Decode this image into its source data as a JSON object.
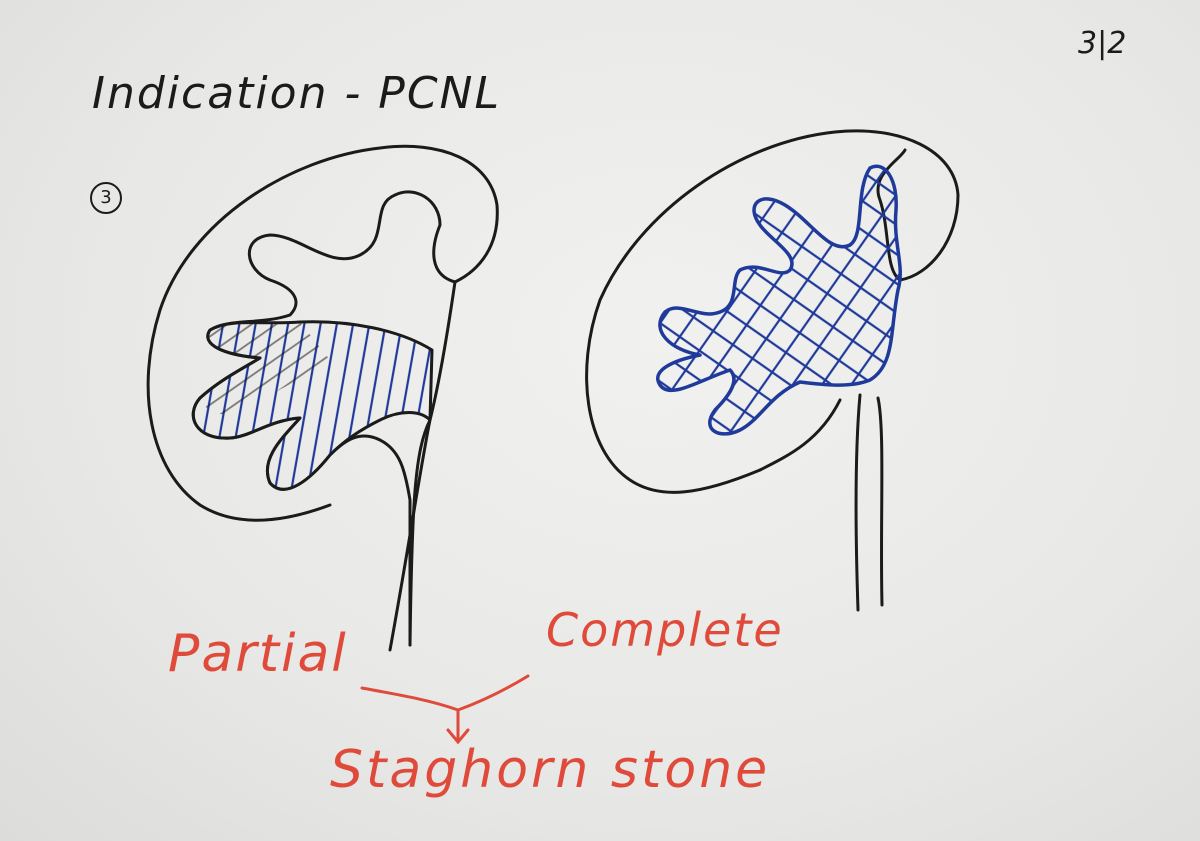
{
  "note": {
    "title": "Indication - PCNL",
    "page_number": "3|2",
    "item_number": "3"
  },
  "labels": {
    "partial": "Partial",
    "complete": "Complete",
    "result": "Staghorn stone"
  },
  "colors": {
    "paper": "#ecece9",
    "black_ink": "#1b1b1b",
    "blue_ink": "#1f3a9a",
    "red_ink": "#e04a3a"
  }
}
